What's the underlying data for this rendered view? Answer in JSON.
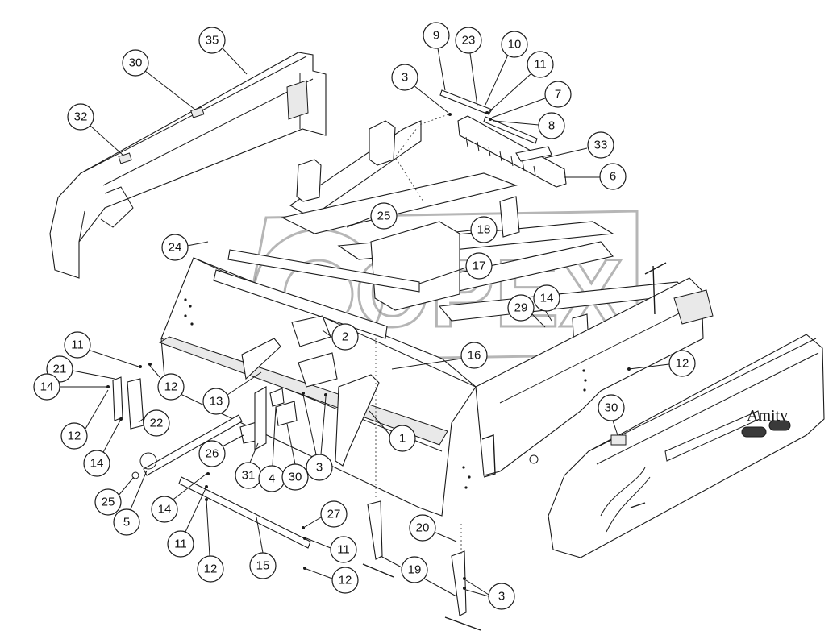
{
  "diagram": {
    "brand_text": "Amity",
    "watermark_text": "OPEX",
    "callouts": [
      {
        "id": "c35",
        "label": "35"
      },
      {
        "id": "c30a",
        "label": "30"
      },
      {
        "id": "c32",
        "label": "32"
      },
      {
        "id": "c9",
        "label": "9"
      },
      {
        "id": "c23",
        "label": "23"
      },
      {
        "id": "c10",
        "label": "10"
      },
      {
        "id": "c11a",
        "label": "11"
      },
      {
        "id": "c3a",
        "label": "3"
      },
      {
        "id": "c7",
        "label": "7"
      },
      {
        "id": "c8",
        "label": "8"
      },
      {
        "id": "c33",
        "label": "33"
      },
      {
        "id": "c6",
        "label": "6"
      },
      {
        "id": "c25a",
        "label": "25"
      },
      {
        "id": "c18",
        "label": "18"
      },
      {
        "id": "c24",
        "label": "24"
      },
      {
        "id": "c17",
        "label": "17"
      },
      {
        "id": "c14a",
        "label": "14"
      },
      {
        "id": "c29",
        "label": "29"
      },
      {
        "id": "c2",
        "label": "2"
      },
      {
        "id": "c16",
        "label": "16"
      },
      {
        "id": "c12a",
        "label": "12"
      },
      {
        "id": "c11b",
        "label": "11"
      },
      {
        "id": "c12b",
        "label": "12"
      },
      {
        "id": "c21",
        "label": "21"
      },
      {
        "id": "c14b",
        "label": "14"
      },
      {
        "id": "c22",
        "label": "22"
      },
      {
        "id": "c12c",
        "label": "12"
      },
      {
        "id": "c13",
        "label": "13"
      },
      {
        "id": "c1",
        "label": "1"
      },
      {
        "id": "c30b",
        "label": "30"
      },
      {
        "id": "c14c",
        "label": "14"
      },
      {
        "id": "c26",
        "label": "26"
      },
      {
        "id": "c31",
        "label": "31"
      },
      {
        "id": "c4",
        "label": "4"
      },
      {
        "id": "c30c",
        "label": "30"
      },
      {
        "id": "c3b",
        "label": "3"
      },
      {
        "id": "c25b",
        "label": "25"
      },
      {
        "id": "c5",
        "label": "5"
      },
      {
        "id": "c14d",
        "label": "14"
      },
      {
        "id": "c11c",
        "label": "11"
      },
      {
        "id": "c12d",
        "label": "12"
      },
      {
        "id": "c15",
        "label": "15"
      },
      {
        "id": "c27",
        "label": "27"
      },
      {
        "id": "c11d",
        "label": "11"
      },
      {
        "id": "c12e",
        "label": "12"
      },
      {
        "id": "c20",
        "label": "20"
      },
      {
        "id": "c19",
        "label": "19"
      },
      {
        "id": "c3c",
        "label": "3"
      }
    ]
  }
}
